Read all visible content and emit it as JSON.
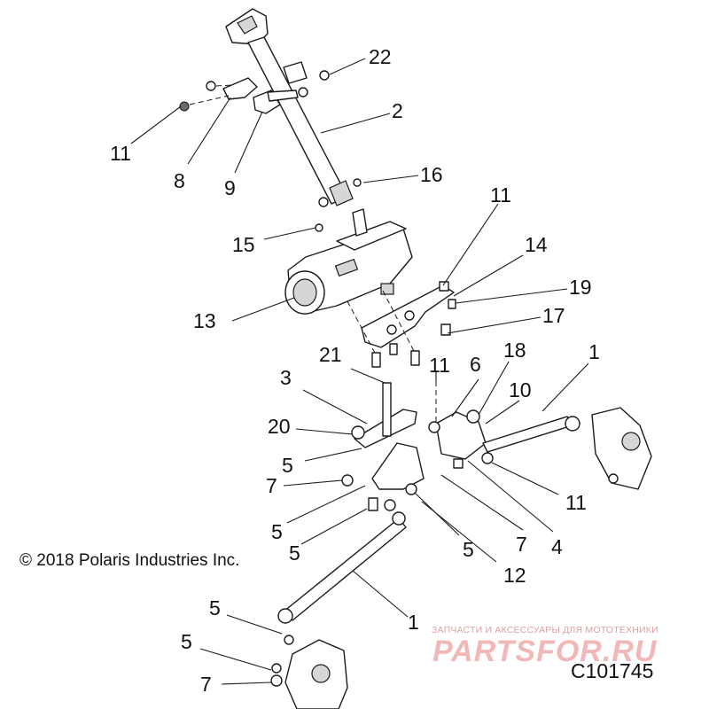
{
  "copyright": "© 2018 Polaris Industries Inc.",
  "figure_code": "C101745",
  "watermark": {
    "tagline": "ЗАПЧАСТИ И АКСЕССУАРЫ ДЛЯ МОТОТЕХНИКИ",
    "brand": "PARTSFOR.RU"
  },
  "callouts": {
    "c22": "22",
    "c2": "2",
    "c11_top": "11",
    "c8": "8",
    "c9": "9",
    "c16": "16",
    "c15": "15",
    "c11_right_top": "11",
    "c14": "14",
    "c19": "19",
    "c13": "13",
    "c17": "17",
    "c21": "21",
    "c11_mid": "11",
    "c6": "6",
    "c18": "18",
    "c1_top": "1",
    "c3": "3",
    "c10": "10",
    "c20": "20",
    "c5_a": "5",
    "c7_a": "7",
    "c11_right_low": "11",
    "c5_b": "5",
    "c5_c": "5",
    "c5_d": "5",
    "c7_b": "7",
    "c4": "4",
    "c12": "12",
    "c1_bottom": "1",
    "c5_e": "5",
    "c5_f": "5",
    "c7_c": "7"
  }
}
